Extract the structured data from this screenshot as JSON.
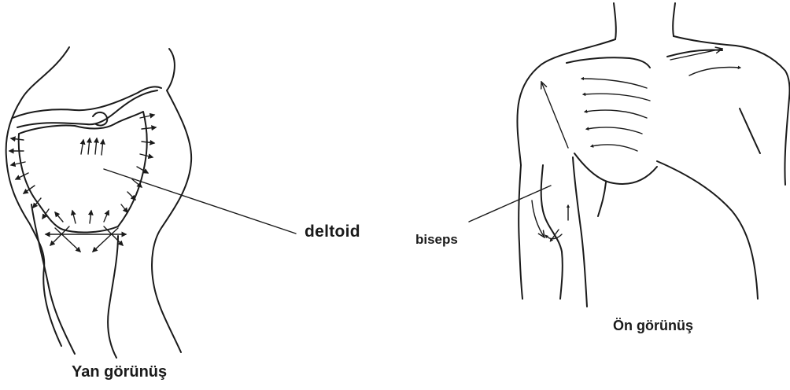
{
  "labels": {
    "deltoid": "deltoid",
    "biceps": "biseps",
    "front_view": "Ön görünüş",
    "side_view": "Yan görünüş"
  },
  "colors": {
    "ink": "#1a1a1a",
    "background": "#ffffff"
  },
  "icons": {
    "side_arrows": "outward-arrow-icon",
    "front_arrows": "solid-arrowhead-icon"
  }
}
